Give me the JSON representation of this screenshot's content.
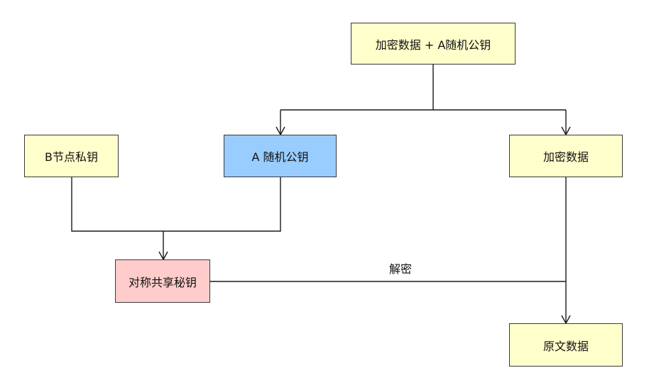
{
  "nodes": {
    "combined_data": {
      "label": "加密数据 + A随机公钥",
      "fill": "#ffffcc"
    },
    "b_private_key": {
      "label": "B节点私钥",
      "fill": "#ffffcc"
    },
    "a_random_public_key": {
      "label": "A 随机公钥",
      "fill": "#99ccff"
    },
    "encrypted_data": {
      "label": "加密数据",
      "fill": "#ffffcc"
    },
    "symmetric_shared_key": {
      "label": "对称共享秘钥",
      "fill": "#ffcccc"
    },
    "plaintext_data": {
      "label": "原文数据",
      "fill": "#ffffcc"
    }
  },
  "edges": {
    "decrypt_label": "解密"
  },
  "colors": {
    "line": "#1a1a1a",
    "border": "#3a3a3a"
  }
}
